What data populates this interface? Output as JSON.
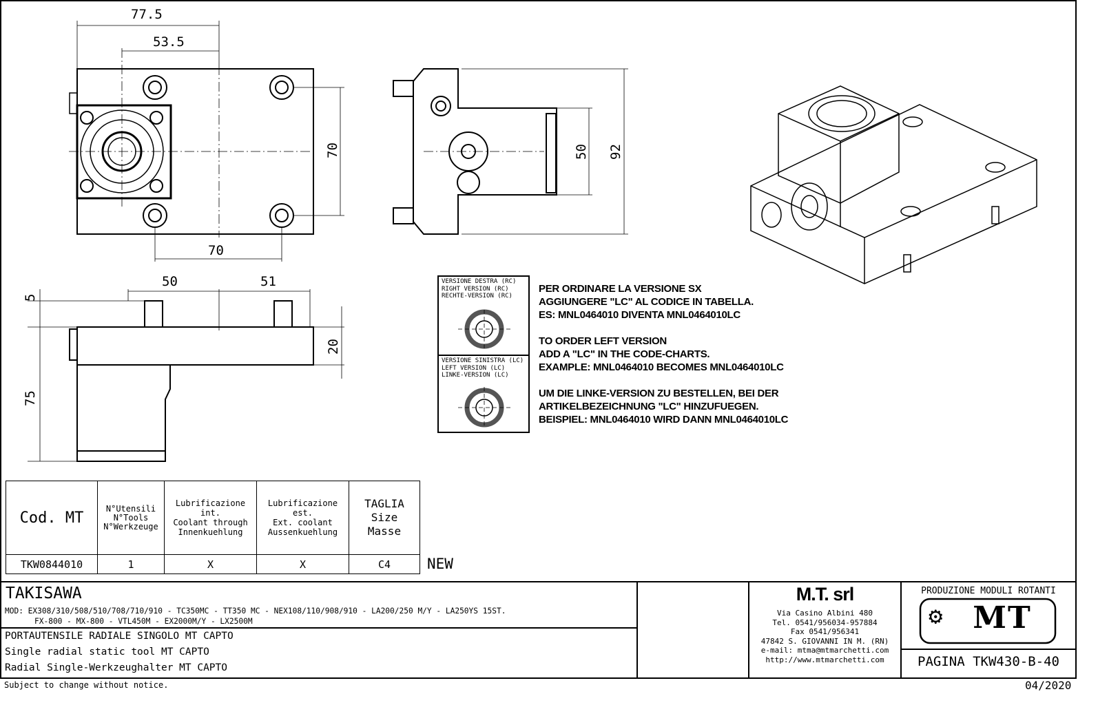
{
  "dimensions": {
    "top_width_total": "77.5",
    "top_width_axis": "53.5",
    "top_height_bolts": "70",
    "top_bolt_spacing": "70",
    "side_inner": "50",
    "side_overall": "92",
    "front_left": "50",
    "front_right": "51",
    "front_pin": "5",
    "front_plate": "20",
    "front_body": "75"
  },
  "version_box": {
    "right": [
      "VERSIONE DESTRA (RC)",
      "RIGHT VERSION (RC)",
      "RECHTE-VERSION (RC)"
    ],
    "left": [
      "VERSIONE SINISTRA (LC)",
      "LEFT VERSION (LC)",
      "LINKE-VERSION (LC)"
    ]
  },
  "notes": {
    "it": [
      "PER ORDINARE LA VERSIONE SX",
      "AGGIUNGERE \"LC\" AL CODICE IN TABELLA.",
      "ES: MNL0464010 DIVENTA MNL0464010LC"
    ],
    "en": [
      "TO ORDER LEFT VERSION",
      "ADD A \"LC\" IN THE CODE-CHARTS.",
      "EXAMPLE: MNL0464010 BECOMES MNL0464010LC"
    ],
    "de": [
      "UM DIE LINKE-VERSION ZU BESTELLEN, BEI DER",
      "ARTIKELBEZEICHNUNG \"LC\" HINZUFUEGEN.",
      "BEISPIEL: MNL0464010 WIRD DANN MNL0464010LC"
    ]
  },
  "table": {
    "headers": {
      "code": "Cod. MT",
      "tools": [
        "N°Utensili",
        "N°Tools",
        "N°Werkzeuge"
      ],
      "coolant_int": [
        "Lubrificazione int.",
        "Coolant through",
        "Innenkuehlung"
      ],
      "coolant_ext": [
        "Lubrificazione est.",
        "Ext. coolant",
        "Aussenkuehlung"
      ],
      "size": [
        "TAGLIA",
        "Size",
        "Masse"
      ]
    },
    "rows": [
      {
        "code": "TKW0844010",
        "tools": "1",
        "coolant_int": "X",
        "coolant_ext": "X",
        "size": "C4",
        "badge": "NEW"
      }
    ]
  },
  "title_block": {
    "brand": "TAKISAWA",
    "models": [
      "MOD: EX308/310/508/510/708/710/910 - TC350MC - TT350 MC - NEX108/110/908/910 - LA200/250 M/Y - LA250YS 15ST.",
      "FX-800 - MX-800 - VTL450M - EX2000M/Y - LX2500M"
    ],
    "descriptions": [
      "PORTAUTENSILE RADIALE SINGOLO MT CAPTO",
      "Single radial static tool MT CAPTO",
      "Radial Single-Werkzeughalter MT CAPTO"
    ],
    "company": {
      "name": "M.T. srl",
      "lines": [
        "Via Casino Albini 480",
        "Tel. 0541/956034-957884",
        "Fax 0541/956341",
        "47842 S. GIOVANNI IN M. (RN)",
        "e-mail: mtma@mtmarchetti.com",
        "http://www.mtmarchetti.com"
      ]
    },
    "division": "PRODUZIONE MODULI ROTANTI",
    "logo_text": "MT",
    "page": "PAGINA TKW430-B-40"
  },
  "footer": {
    "disclaimer": "Subject to change without notice.",
    "date": "04/2020"
  }
}
